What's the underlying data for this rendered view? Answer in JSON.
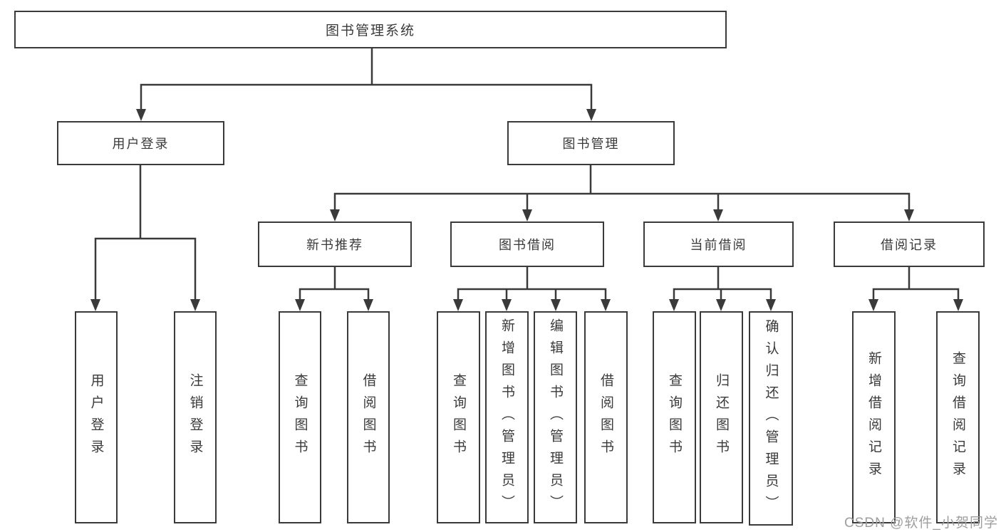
{
  "diagram_title": "图书管理系统",
  "colors": {
    "background": "#ffffff",
    "line": "#3a3a3a",
    "border": "#3a3a3a",
    "text": "#3a3a3a",
    "watermark": "#9e9e9e"
  },
  "nodes": {
    "root": {
      "label": "图书管理系统"
    },
    "level2": [
      {
        "label": "用户登录"
      },
      {
        "label": "图书管理"
      }
    ],
    "level3": [
      {
        "label": "新书推荐"
      },
      {
        "label": "图书借阅"
      },
      {
        "label": "当前借阅"
      },
      {
        "label": "借阅记录"
      }
    ],
    "leaves": {
      "user_login": [
        {
          "label": "用户登录"
        },
        {
          "label": "注销登录"
        }
      ],
      "new_book": [
        {
          "label": "查询图书"
        },
        {
          "label": "借阅图书"
        }
      ],
      "book_borrow": [
        {
          "label": "查询图书"
        },
        {
          "label": "新增图书（管理员）"
        },
        {
          "label": "编辑图书（管理员）"
        },
        {
          "label": "借阅图书"
        }
      ],
      "current_borrow": [
        {
          "label": "查询图书"
        },
        {
          "label": "归还图书"
        },
        {
          "label": "确认归还（管理员）"
        }
      ],
      "borrow_record": [
        {
          "label": "新增借阅记录"
        },
        {
          "label": "查询借阅记录"
        }
      ]
    }
  },
  "watermark": "CSDN @软件_小贺同学"
}
